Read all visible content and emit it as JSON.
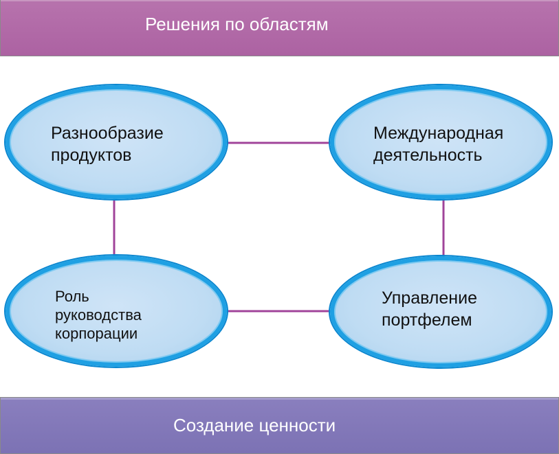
{
  "top_banner": {
    "label": "Решения по областям"
  },
  "bottom_banner": {
    "label": "Создание ценности"
  },
  "nodes": [
    {
      "id": "product-diversity",
      "label": "Разнообразие\nпродуктов"
    },
    {
      "id": "international-activity",
      "label": "Международная\nдеятельность"
    },
    {
      "id": "corporate-leadership-role",
      "label": "Роль\nруководства\nкорпорации"
    },
    {
      "id": "portfolio-management",
      "label": "Управление\nпортфелем"
    }
  ],
  "colors": {
    "top_banner": "#b06aa6",
    "bottom_banner": "#8077b8",
    "connector": "#a0449a",
    "node_fill": "#c2ddf3",
    "node_border": "#1fa0e3"
  }
}
